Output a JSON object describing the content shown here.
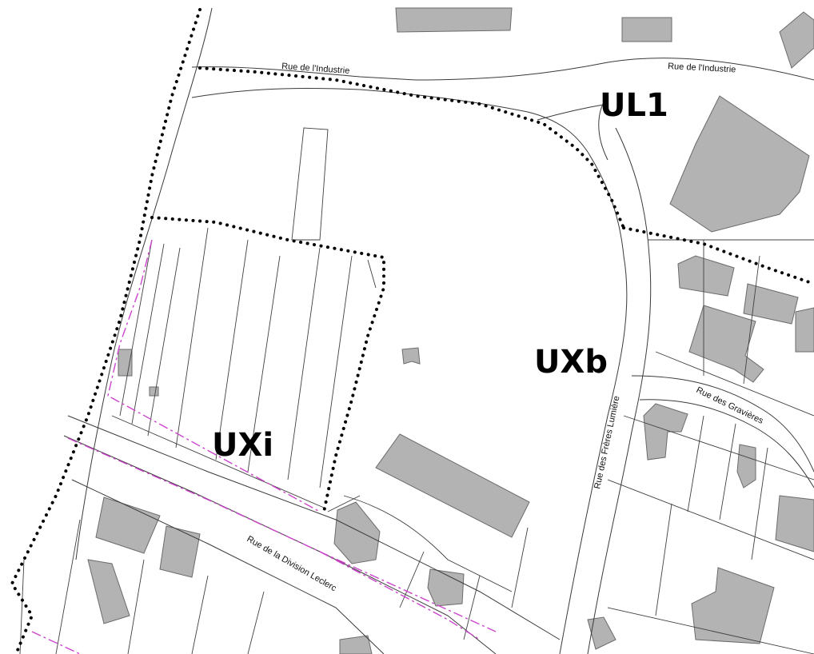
{
  "map": {
    "zones": {
      "ul1": "UL1",
      "uxb": "UXb",
      "uxi": "UXi"
    },
    "streets": {
      "industrie_west": "Rue de l'Industrie",
      "industrie_east": "Rue de l'Industrie",
      "freres_lumiere": "Rue des Frères Lumière",
      "gravieres": "Rue des Gravières",
      "division_leclerc": "Rue de la Division Leclerc"
    },
    "colors": {
      "building_fill": "#b3b3b3",
      "building_stroke": "#6b6b6b",
      "zone_boundary": "#000000",
      "easement_line": "#cc44cc"
    }
  }
}
